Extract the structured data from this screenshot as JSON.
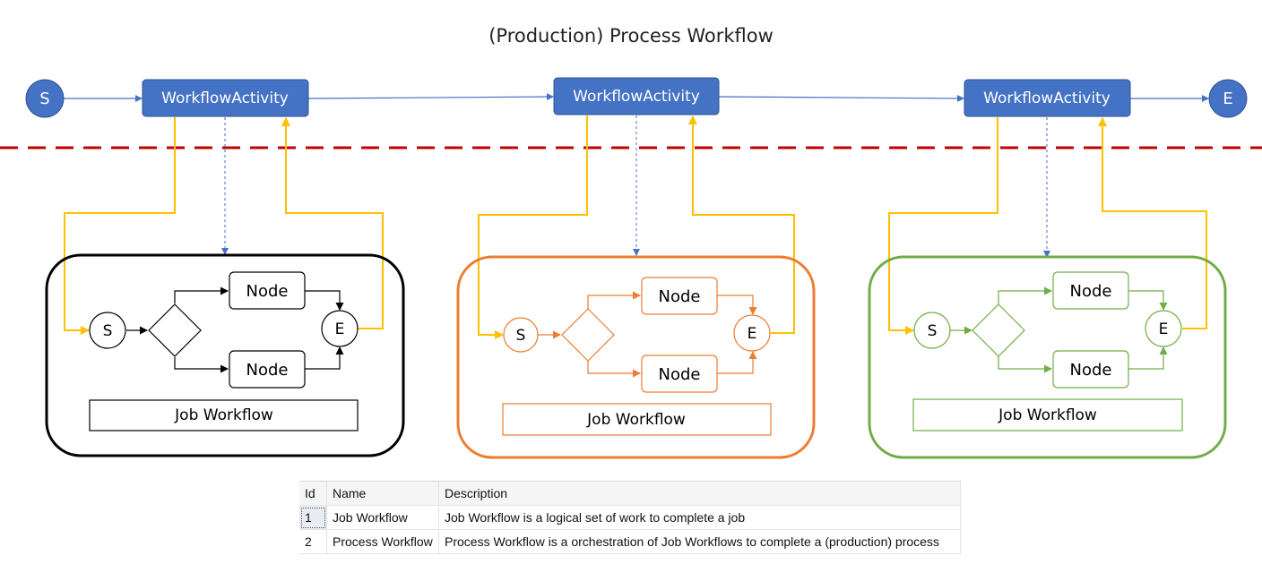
{
  "title": "(Production) Process Workflow",
  "process": {
    "start_label": "S",
    "end_label": "E",
    "activities": [
      "WorkflowActivity",
      "WorkflowActivity",
      "WorkflowActivity"
    ]
  },
  "job_workflows": [
    {
      "color": "#000000",
      "start_label": "S",
      "end_label": "E",
      "nodes": [
        "Node",
        "Node"
      ],
      "caption": "Job Workflow"
    },
    {
      "color": "#ED7D31",
      "start_label": "S",
      "end_label": "E",
      "nodes": [
        "Node",
        "Node"
      ],
      "caption": "Job Workflow"
    },
    {
      "color": "#70AD47",
      "start_label": "S",
      "end_label": "E",
      "nodes": [
        "Node",
        "Node"
      ],
      "caption": "Job Workflow"
    }
  ],
  "colors": {
    "process_blue": "#4472C4",
    "activity_border": "#2F528F",
    "connector_yellow": "#FFC000",
    "separator_red": "#C00000"
  },
  "table": {
    "headers": [
      "Id",
      "Name",
      "Description"
    ],
    "rows": [
      [
        "1",
        "Job Workflow",
        "Job Workflow is a logical set of work to complete a job"
      ],
      [
        "2",
        "Process Workflow",
        "Process Workflow is a orchestration of Job Workflows to complete a (production) process"
      ]
    ]
  }
}
